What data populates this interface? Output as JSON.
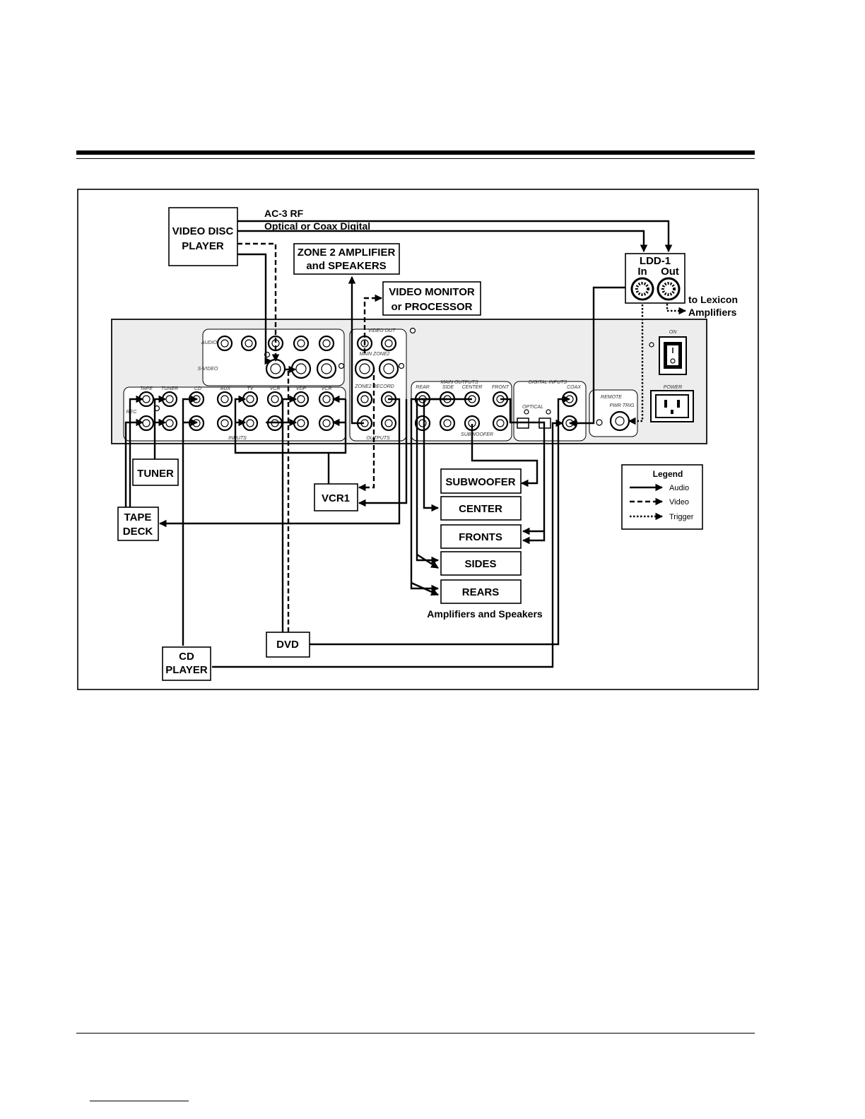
{
  "diagram": {
    "components": {
      "video_disc_player": [
        "VIDEO DISC",
        "PLAYER"
      ],
      "zone2": [
        "ZONE 2 AMPLIFIER",
        "and SPEAKERS"
      ],
      "video_monitor": [
        "VIDEO MONITOR",
        "or PROCESSOR"
      ],
      "ldd1": {
        "title": "LDD-1",
        "in": "In",
        "out": "Out"
      },
      "lexicon": [
        "to Lexicon",
        "Amplifiers"
      ],
      "tuner": "TUNER",
      "tape_deck": [
        "TAPE",
        "DECK"
      ],
      "vcr1": "VCR1",
      "subwoofer": "SUBWOOFER",
      "center": "CENTER",
      "fronts": "FRONTS",
      "sides": "SIDES",
      "rears": "REARS",
      "dvd": "DVD",
      "cd_player": [
        "CD",
        "PLAYER"
      ]
    },
    "labels": {
      "ac3_rf": "AC-3 RF",
      "digital": "Optical or Coax Digital",
      "amps_speakers": "Amplifiers and Speakers"
    },
    "legend": {
      "title": "Legend",
      "items": [
        "Audio",
        "Video",
        "Trigger"
      ]
    }
  }
}
